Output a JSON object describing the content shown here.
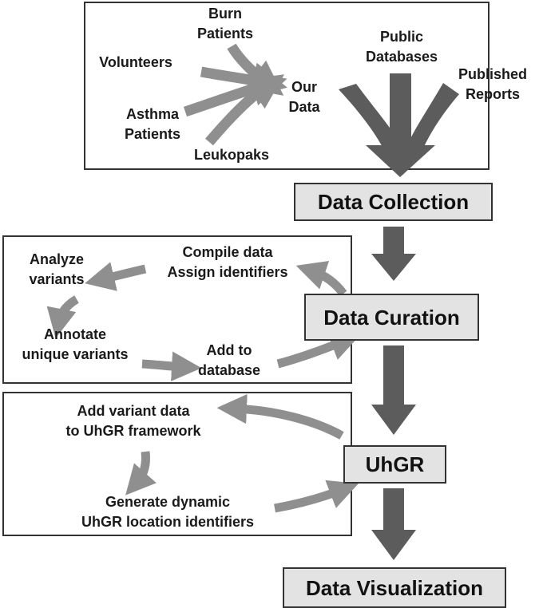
{
  "colors": {
    "arrow_light": "#8f8f8f",
    "arrow_dark": "#5c5c5c",
    "stage_fill": "#e3e3e3",
    "border": "#333333",
    "text": "#1a1a1a"
  },
  "sources": {
    "burn_patients": "Burn\nPatients",
    "volunteers": "Volunteers",
    "asthma_patients": "Asthma\nPatients",
    "leukopaks": "Leukopaks",
    "our_data": "Our\nData",
    "public_databases": "Public\nDatabases",
    "published_reports": "Published\nReports"
  },
  "stages": {
    "data_collection": "Data Collection",
    "data_curation": "Data Curation",
    "uhgr": "UhGR",
    "data_visualization": "Data Visualization"
  },
  "curation": {
    "compile": "Compile data\nAssign identifiers",
    "analyze": "Analyze\nvariants",
    "annotate": "Annotate\nunique variants",
    "add_db": "Add to\ndatabase"
  },
  "uhgr_steps": {
    "add_variant": "Add variant data\nto UhGR framework",
    "generate": "Generate dynamic\nUhGR location identifiers"
  }
}
